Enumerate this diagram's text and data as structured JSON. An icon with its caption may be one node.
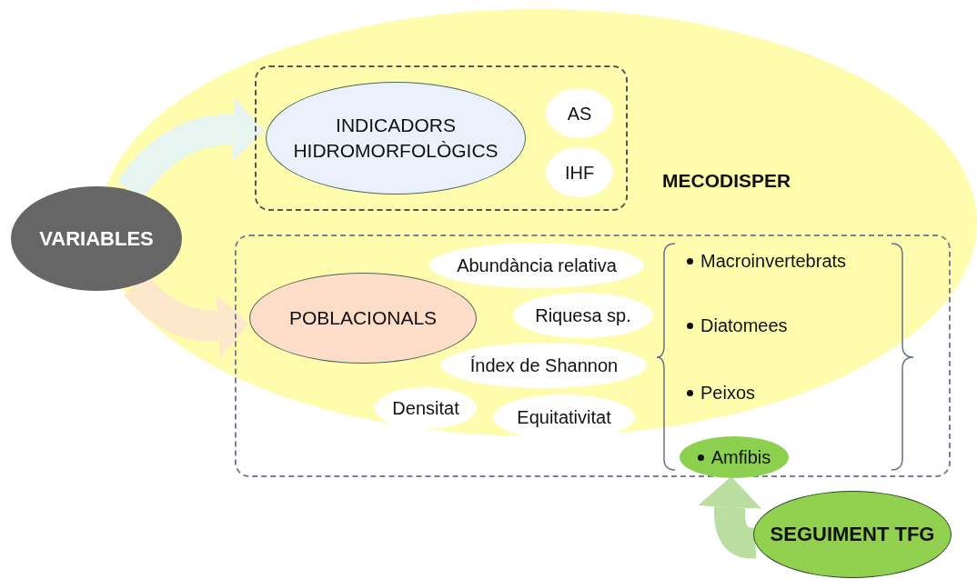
{
  "diagram": {
    "nodes": [
      {
        "text": [],
        "shape": "box"
      },
      {
        "text": [
          "INDICADORS HIDROMORFOLÒGICS"
        ],
        "in": 0
      },
      {
        "text": [
          "AS"
        ],
        "in": 0
      },
      {
        "text": [
          "IHF"
        ],
        "in": 0
      },
      {
        "text": [],
        "shape": "box"
      },
      {
        "text": [
          "Abundància relativa"
        ],
        "in": 4
      },
      {
        "text": [
          "POBLACIONALS"
        ],
        "in": 4
      },
      {
        "text": [
          "Riquesa sp."
        ],
        "in": 4
      },
      {
        "text": [
          "Índex de Shannon"
        ],
        "in": 4
      },
      {
        "text": [
          "Densitat"
        ],
        "in": 4
      },
      {
        "text": [
          "Equitativitat"
        ],
        "in": 4
      },
      {
        "text": [
          "Amfibis"
        ],
        "in": 4
      },
      {
        "text": [
          "VARIABLES"
        ]
      },
      {
        "text": [
          "SEGUIMENT TFG"
        ]
      }
    ],
    "edges": [
      {
        "from": 12,
        "to": 1,
        "arrow": "to",
        "color": "#e6f5f0"
      },
      {
        "from": 12,
        "to": 6,
        "arrow": "to",
        "color": "#fde8cc"
      },
      {
        "from": 13,
        "to": 11,
        "arrow": "to",
        "color": "#b9dea0"
      }
    ],
    "labels": [
      "MECODISPER",
      "Macroinvertebrats",
      "Diatomees",
      "Peixos"
    ]
  }
}
